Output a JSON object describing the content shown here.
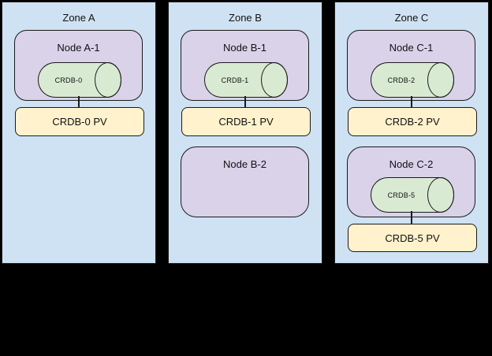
{
  "diagram": {
    "description": "Three availability zones with Kubernetes nodes, CRDB pods (cylinders) and persistent volumes",
    "colors": {
      "canvas_background": "#000000",
      "zone_fill": "#cfe2f3",
      "node_fill": "#d9d2e9",
      "pod_fill": "#d9ead3",
      "pv_fill": "#fff2cc",
      "border": "#1a1a1a",
      "text": "#111111"
    },
    "zones": [
      {
        "title": "Zone A",
        "node1": {
          "label": "Node A-1",
          "pod": "CRDB-0",
          "pv": "CRDB-0 PV"
        }
      },
      {
        "title": "Zone B",
        "node1": {
          "label": "Node B-1",
          "pod": "CRDB-1",
          "pv": "CRDB-1 PV"
        },
        "node2": {
          "label": "Node B-2"
        }
      },
      {
        "title": "Zone C",
        "node1": {
          "label": "Node C-1",
          "pod": "CRDB-2",
          "pv": "CRDB-2 PV"
        },
        "node2": {
          "label": "Node C-2",
          "pod": "CRDB-5",
          "pv": "CRDB-5 PV"
        }
      }
    ]
  }
}
